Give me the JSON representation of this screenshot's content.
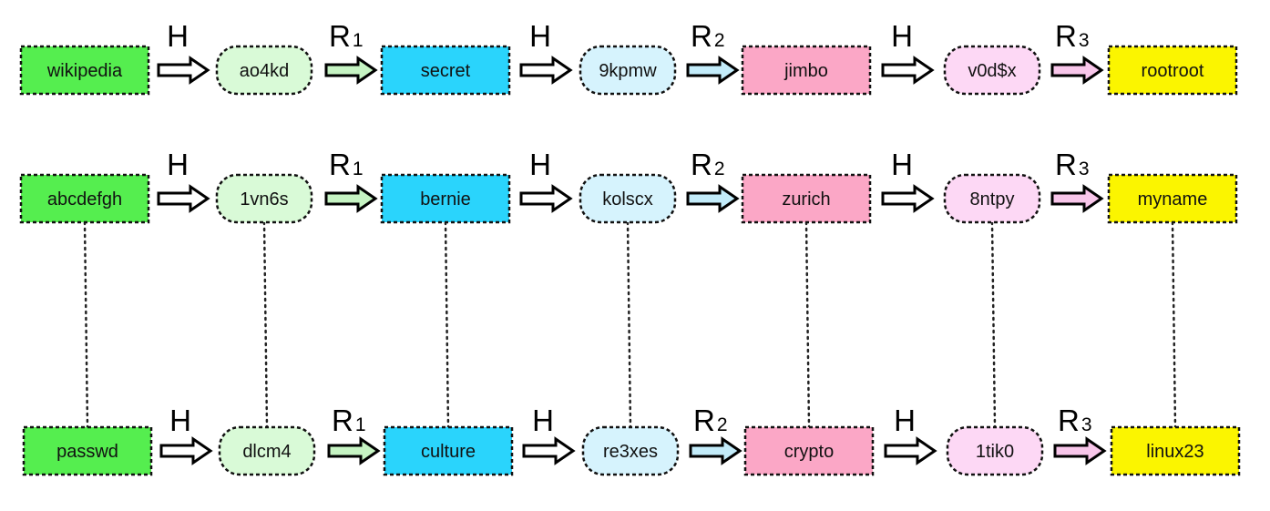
{
  "colors": {
    "plaintext": "#55ee4f",
    "hash1": "#d9fad7",
    "plain2": "#2ad4fc",
    "hash2": "#d6f3fd",
    "plain3": "#fba7c6",
    "hash3": "#fdd8f5",
    "end": "#fbf500",
    "border": "#111111",
    "arrow_h": "#ffffff",
    "arrow_r1": "#c6f4c3",
    "arrow_r2": "#c3ecfa",
    "arrow_r3": "#f8c6ea",
    "connector": "#222222"
  },
  "operators": {
    "hash": "H",
    "reduce_prefix": "R",
    "reduce_subs": [
      "1",
      "2",
      "3"
    ]
  },
  "chains": [
    {
      "nodes": [
        "wikipedia",
        "ao4kd",
        "secret",
        "9kpmw",
        "jimbo",
        "v0d$x",
        "rootroot"
      ]
    },
    {
      "nodes": [
        "abcdefgh",
        "1vn6s",
        "bernie",
        "kolscx",
        "zurich",
        "8ntpy",
        "myname"
      ]
    },
    {
      "nodes": [
        "passwd",
        "dlcm4",
        "culture",
        "re3xes",
        "crypto",
        "1tik0",
        "linux23"
      ]
    }
  ]
}
